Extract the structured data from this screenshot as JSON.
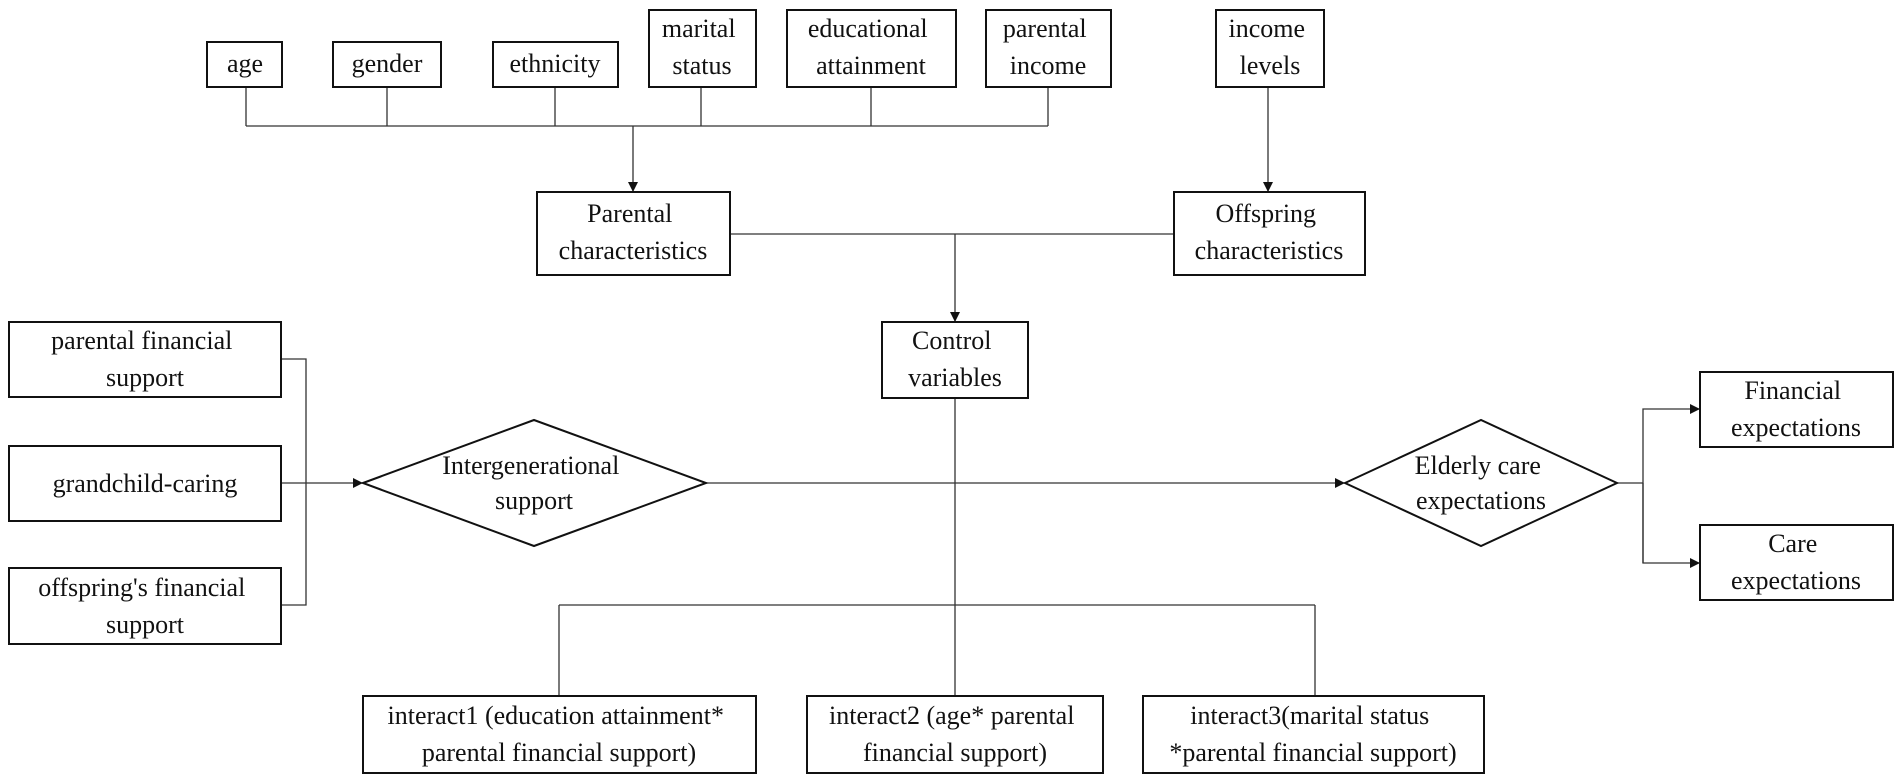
{
  "nodes": {
    "age": {
      "lines": [
        "age"
      ]
    },
    "gender": {
      "lines": [
        "gender"
      ]
    },
    "ethnicity": {
      "lines": [
        "ethnicity"
      ]
    },
    "marital_status": {
      "lines": [
        "marital",
        "status"
      ]
    },
    "educational_attainment": {
      "lines": [
        "educational",
        "attainment"
      ]
    },
    "parental_income": {
      "lines": [
        "parental",
        "income"
      ]
    },
    "income_levels": {
      "lines": [
        "income",
        "levels"
      ]
    },
    "parental_characteristics": {
      "lines": [
        "Parental",
        "characteristics"
      ]
    },
    "offspring_characteristics": {
      "lines": [
        "Offspring",
        "characteristics"
      ]
    },
    "control_variables": {
      "lines": [
        "Control",
        "variables"
      ]
    },
    "parental_financial_support": {
      "lines": [
        "parental financial",
        "support"
      ]
    },
    "grandchild_caring": {
      "lines": [
        "grandchild-caring"
      ]
    },
    "offsprings_financial_support": {
      "lines": [
        "offspring's financial",
        "support"
      ]
    },
    "intergenerational_support": {
      "lines": [
        "Intergenerational",
        "support"
      ]
    },
    "elderly_care_expectations": {
      "lines": [
        "Elderly care",
        "expectations"
      ]
    },
    "financial_expectations": {
      "lines": [
        "Financial",
        "expectations"
      ]
    },
    "care_expectations": {
      "lines": [
        "Care",
        "expectations"
      ]
    },
    "interact1": {
      "lines": [
        "interact1 (education attainment*",
        "parental financial support)"
      ]
    },
    "interact2": {
      "lines": [
        "interact2 (age* parental",
        "financial support)"
      ]
    },
    "interact3": {
      "lines": [
        "interact3(marital status",
        "*parental financial support)"
      ]
    }
  }
}
